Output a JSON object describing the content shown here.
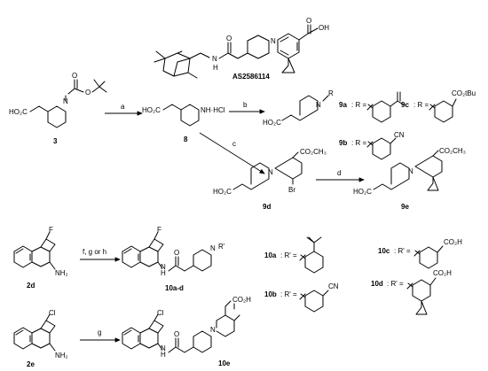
{
  "scheme": {
    "top_compound": {
      "name": "AS2586114",
      "atoms": [
        "OH",
        "O",
        "N",
        "H",
        "N"
      ]
    },
    "reagent_labels": {
      "a": "a",
      "b": "b",
      "c": "c",
      "d": "d",
      "fgh": "f, g or h",
      "g": "g"
    },
    "compounds": {
      "c3": {
        "id": "3",
        "atoms": [
          "HO₂C",
          "N",
          "O",
          "O"
        ]
      },
      "c8": {
        "id": "8",
        "atoms": [
          "HO₂C",
          "NH·HCl"
        ]
      },
      "c9": {
        "atoms": [
          "HO₂C",
          "N",
          "R"
        ]
      },
      "c9a": {
        "label": "9a",
        "text": ": R ="
      },
      "c9b": {
        "label": "9b",
        "text": ": R =",
        "sub": "CN"
      },
      "c9c": {
        "label": "9c",
        "text": ": R =",
        "sub": "CO₂tBu"
      },
      "c9d": {
        "id": "9d",
        "atoms": [
          "HO₂C",
          "N",
          "Br",
          "CO₂CH₃"
        ]
      },
      "c9e": {
        "id": "9e",
        "atoms": [
          "HO₂C",
          "N",
          "CO₂CH₃"
        ]
      },
      "c2d": {
        "id": "2d",
        "atoms": [
          "F",
          "NH₂"
        ]
      },
      "c10ad": {
        "id": "10a-d",
        "atoms": [
          "F",
          "N",
          "H",
          "O",
          "N",
          "R'"
        ]
      },
      "c10a": {
        "label": "10a",
        "text": ": R' ="
      },
      "c10b": {
        "label": "10b",
        "text": ": R' =",
        "sub": "CN"
      },
      "c10c": {
        "label": "10c",
        "text": ": R' =",
        "sub": "CO₂H"
      },
      "c10d": {
        "label": "10d",
        "text": ": R' =",
        "sub": "CO₂H"
      },
      "c2e": {
        "id": "2e",
        "atoms": [
          "Cl",
          "NH₂"
        ]
      },
      "c10e": {
        "id": "10e",
        "atoms": [
          "Cl",
          "N",
          "H",
          "O",
          "N",
          "CO₂H"
        ]
      }
    }
  }
}
